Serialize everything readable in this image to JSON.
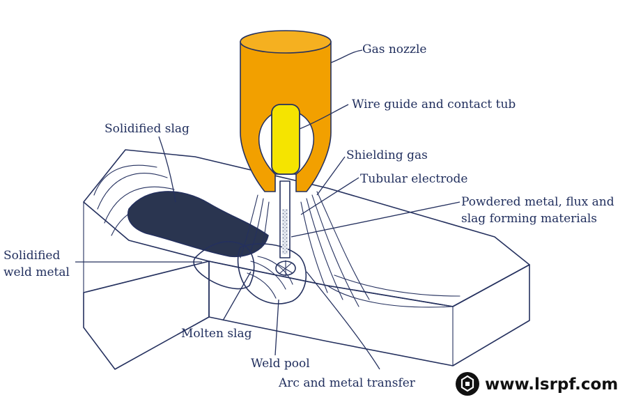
{
  "labels": {
    "gas_nozzle": "Gas nozzle",
    "wire_guide": "Wire guide and contact tub",
    "shielding_gas": "Shielding gas",
    "tubular_electrode": "Tubular electrode",
    "powdered_1": "Powdered metal, flux and",
    "powdered_2": "slag forming materials",
    "solidified_slag": "Solidified slag",
    "solidified_weld_1": "Solidified",
    "solidified_weld_2": "weld metal",
    "molten_slag": "Molten slag",
    "weld_pool": "Weld pool",
    "arc_transfer": "Arc and metal transfer"
  },
  "watermark": {
    "text": "www.lsrpf.com",
    "icon": "lsrpf-logo-icon"
  },
  "colors": {
    "nozzle": "#f2a000",
    "contact_tube": "#f5e400",
    "ink": "#24305e",
    "slag": "#2a3550",
    "weld": "#cfd6e4"
  }
}
